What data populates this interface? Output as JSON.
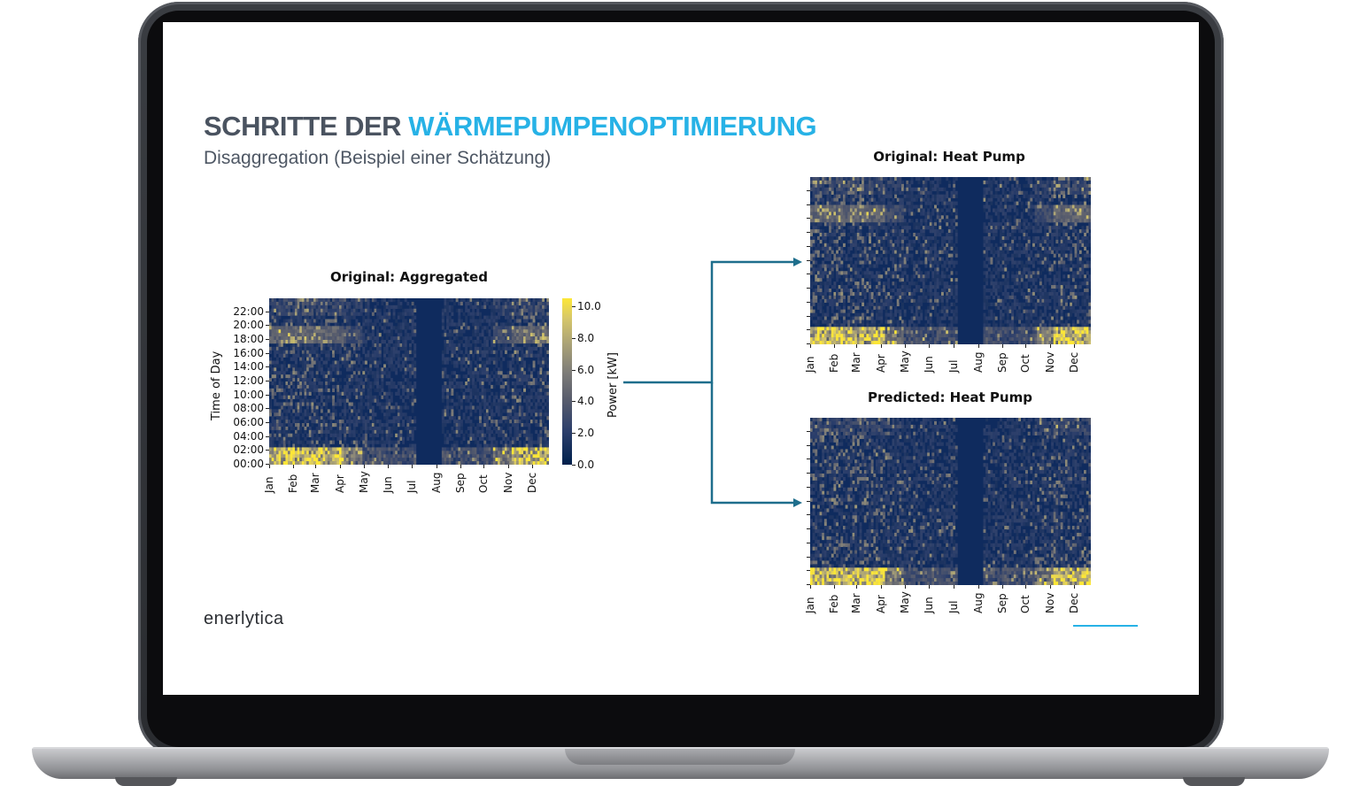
{
  "slide": {
    "title_part1": "SCHRITTE DER",
    "title_part2": "WÄRMEPUMPENOPTIMIERUNG",
    "subtitle": "Disaggregation (Beispiel einer Schätzung)",
    "logo": "enerlytica",
    "colors": {
      "title_dark": "#4a5360",
      "title_accent": "#27b2e6",
      "arrow": "#1e6e8c"
    }
  },
  "chart_data": [
    {
      "type": "heatmap",
      "title": "Original: Aggregated",
      "ylabel": "Time of Day",
      "xlabel": "",
      "x_ticks": [
        "Jan",
        "Feb",
        "Mar",
        "Apr",
        "May",
        "Jun",
        "Jul",
        "Aug",
        "Sep",
        "Oct",
        "Nov",
        "Dec"
      ],
      "y_ticks": [
        "00:00",
        "02:00",
        "04:00",
        "06:00",
        "08:00",
        "10:00",
        "12:00",
        "14:00",
        "16:00",
        "18:00",
        "20:00",
        "22:00"
      ],
      "colorbar": {
        "label": "Power [kW]",
        "ticks": [
          "0.0",
          "2.0",
          "4.0",
          "6.0",
          "8.0",
          "10.0"
        ],
        "range": [
          0,
          10.5
        ],
        "colormap": "cividis"
      }
    },
    {
      "type": "heatmap",
      "title": "Original: Heat Pump",
      "x_ticks": [
        "Jan",
        "Feb",
        "Mar",
        "Apr",
        "May",
        "Jun",
        "Jul",
        "Aug",
        "Sep",
        "Oct",
        "Nov",
        "Dec"
      ],
      "colormap": "cividis"
    },
    {
      "type": "heatmap",
      "title": "Predicted: Heat Pump",
      "x_ticks": [
        "Jan",
        "Feb",
        "Mar",
        "Apr",
        "May",
        "Jun",
        "Jul",
        "Aug",
        "Sep",
        "Oct",
        "Nov",
        "Dec"
      ],
      "colormap": "cividis"
    }
  ]
}
